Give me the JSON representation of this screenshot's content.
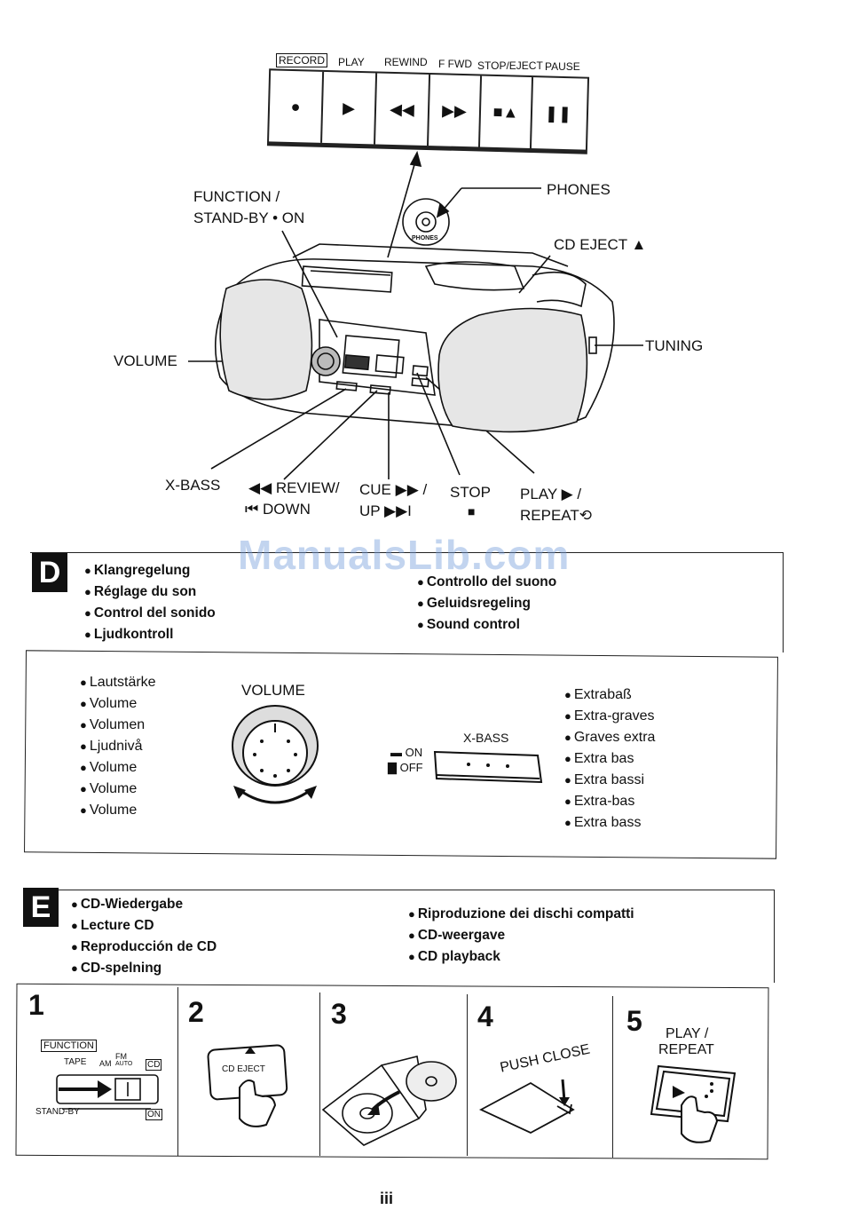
{
  "control_panel": {
    "buttons": [
      {
        "label": "RECORD",
        "symbol": "●"
      },
      {
        "label": "PLAY",
        "symbol": "▶"
      },
      {
        "label": "REWIND",
        "symbol": "◀◀"
      },
      {
        "label": "F FWD",
        "symbol": "▶▶"
      },
      {
        "label": "STOP/EJECT",
        "symbol": "■▲"
      },
      {
        "label": "PAUSE",
        "symbol": "❚❚"
      }
    ]
  },
  "callouts": {
    "function_1": "FUNCTION /",
    "function_2": "STAND-BY • ON",
    "phones": "PHONES",
    "phones_small": "PHONES",
    "cd_eject": "CD EJECT ▲",
    "tuning": "TUNING",
    "volume": "VOLUME",
    "xbass": "X-BASS",
    "review_1": "◀◀ REVIEW/",
    "review_2": "⏮ DOWN",
    "cue_1": "CUE ▶▶ /",
    "cue_2": "UP ▶▶I",
    "stop_1": "STOP",
    "stop_2": "■",
    "play_1": "PLAY ▶ /",
    "play_2": "REPEAT⟲"
  },
  "watermark": "ManualsLib.com",
  "section_d": {
    "letter": "D",
    "left_items": [
      "Klangregelung",
      "Réglage du son",
      "Control del sonido",
      "Ljudkontroll"
    ],
    "right_items": [
      "Controllo del suono",
      "Geluidsregeling",
      "Sound control"
    ],
    "volume_items": [
      "Lautstärke",
      "Volume",
      "Volumen",
      "Ljudnivå",
      "Volume",
      "Volume",
      "Volume"
    ],
    "volume_title": "VOLUME",
    "xbass_title": "X-BASS",
    "xbass_on": "ON",
    "xbass_off": "OFF",
    "bass_items": [
      "Extrabaß",
      "Extra-graves",
      "Graves extra",
      "Extra bas",
      "Extra bassi",
      "Extra-bas",
      "Extra bass"
    ]
  },
  "section_e": {
    "letter": "E",
    "left_items": [
      "CD-Wiedergabe",
      "Lecture CD",
      "Reproducción de CD",
      "CD-spelning"
    ],
    "right_items": [
      "Riproduzione dei dischi compatti",
      "CD-weergave",
      "CD playback"
    ],
    "steps": [
      {
        "num": "1",
        "function": "FUNCTION",
        "tape": "TAPE",
        "am": "AM",
        "fm": "FM",
        "auto": "AUTO",
        "cd": "CD",
        "standby": "STAND-BY",
        "on": "ON"
      },
      {
        "num": "2",
        "label": "CD EJECT"
      },
      {
        "num": "3"
      },
      {
        "num": "4",
        "label": "PUSH CLOSE"
      },
      {
        "num": "5",
        "label_1": "PLAY /",
        "label_2": "REPEAT"
      }
    ]
  },
  "page_number": "iii"
}
